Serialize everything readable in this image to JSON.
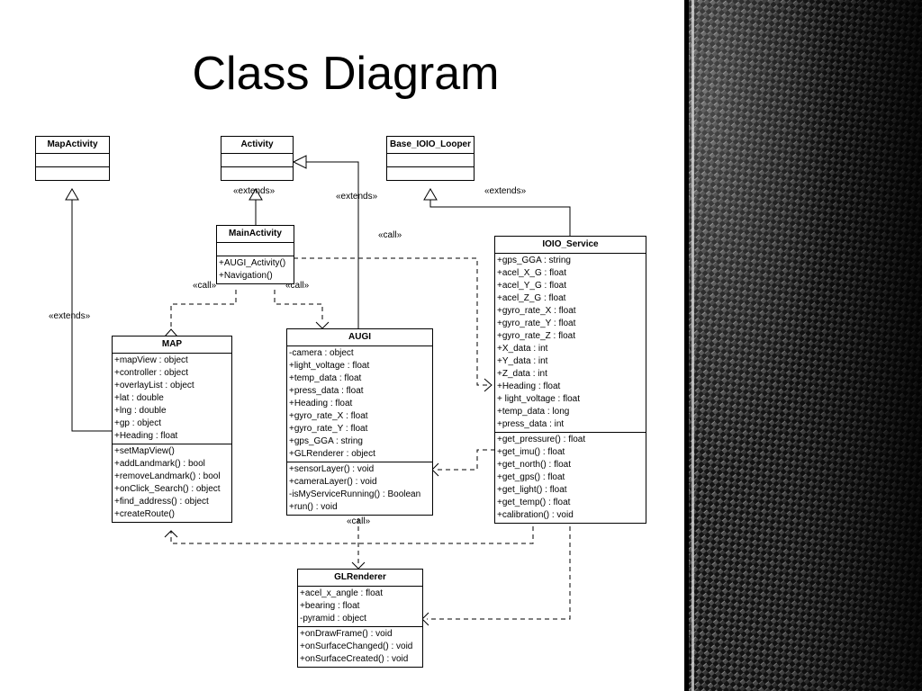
{
  "title": "Class Diagram",
  "classes": {
    "map_activity": {
      "name": "MapActivity"
    },
    "activity": {
      "name": "Activity"
    },
    "base_ioio_looper": {
      "name": "Base_IOIO_Looper"
    },
    "main_activity": {
      "name": "MainActivity",
      "methods": [
        "+AUGI_Activity()",
        "+Navigation()"
      ]
    },
    "ioio_service": {
      "name": "IOIO_Service",
      "attributes": [
        "+gps_GGA : string",
        "+acel_X_G : float",
        "+acel_Y_G : float",
        "+acel_Z_G : float",
        "+gyro_rate_X : float",
        "+gyro_rate_Y : float",
        "+gyro_rate_Z : float",
        "+X_data : int",
        "+Y_data : int",
        "+Z_data : int",
        "+Heading : float",
        "+ light_voltage : float",
        "+temp_data : long",
        "+press_data : int"
      ],
      "methods": [
        "+get_pressure() : float",
        "+get_imu() : float",
        "+get_north() : float",
        "+get_gps() : float",
        "+get_light() : float",
        "+get_temp() : float",
        "+calibration() : void"
      ]
    },
    "map": {
      "name": "MAP",
      "attributes": [
        "+mapView : object",
        "+controller : object",
        "+overlayList : object",
        "+lat : double",
        "+lng : double",
        "+gp : object",
        "+Heading : float"
      ],
      "methods": [
        "+setMapView()",
        "+addLandmark() : bool",
        "+removeLandmark() : bool",
        "+onClick_Search() : object",
        "+find_address() : object",
        "+createRoute()"
      ]
    },
    "augi": {
      "name": "AUGI",
      "attributes": [
        "-camera : object",
        "+light_voltage : float",
        "+temp_data : float",
        "+press_data : float",
        "+Heading : float",
        "+gyro_rate_X : float",
        "+gyro_rate_Y : float",
        "+gps_GGA : string",
        "+GLRenderer : object"
      ],
      "methods": [
        "+sensorLayer() : void",
        "+cameraLayer() : void",
        "-isMyServiceRunning() : Boolean",
        "+run() : void"
      ]
    },
    "glrenderer": {
      "name": "GLRenderer",
      "attributes": [
        "+acel_x_angle : float",
        "+bearing : float",
        "-pyramid : object"
      ],
      "methods": [
        "+onDrawFrame() : void",
        "+onSurfaceChanged() : void",
        "+onSurfaceCreated() : void"
      ]
    }
  },
  "relation_labels": {
    "extends": "«extends»",
    "call": "«call»"
  }
}
